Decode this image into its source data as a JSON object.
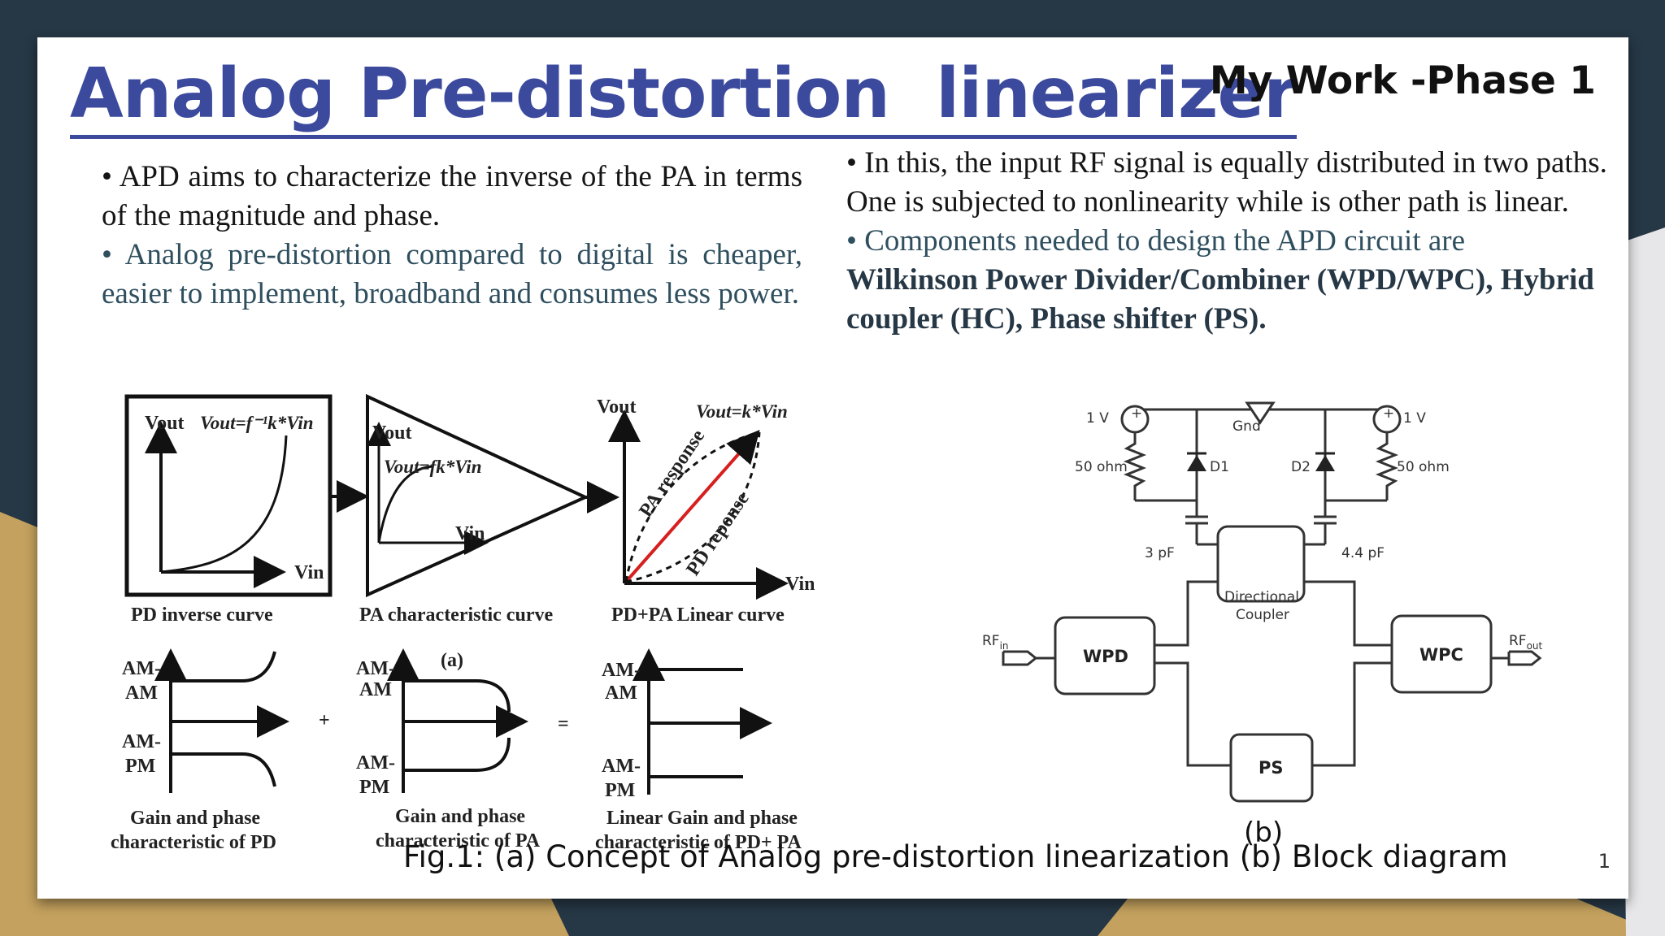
{
  "slide": {
    "title": "Analog Pre-distortion  linearizer",
    "phase": "My Work -Phase 1",
    "page_number": "1",
    "caption": "Fig.1: (a) Concept of Analog pre-distortion linearization (b) Block diagram"
  },
  "left_text": {
    "bullet1": "• APD aims to characterize the inverse of the PA in terms of the magnitude and phase.",
    "bullet2": "• Analog pre-distortion compared to digital is cheaper, easier to implement, broadband and consumes less power."
  },
  "right_text": {
    "bullet1": "• In this, the input RF signal is equally distributed in two paths. One is subjected to nonlinearity while is other path is linear.",
    "bullet2": "• Components needed to design the APD circuit are",
    "bullet2_bold": "Wilkinson Power Divider/Combiner (WPD/WPC), Hybrid coupler (HC), Phase shifter (PS)."
  },
  "figure_a": {
    "vout": "Vout",
    "vin": "Vin",
    "eq_pd": "Vout=f⁻¹k*Vin",
    "eq_pa": "Vout=fk*Vin",
    "eq_lin": "Vout=k*Vin",
    "pa_response": "PA response",
    "pd_response": "PD reponse",
    "cap_pd_curve": "PD inverse curve",
    "cap_pa_curve": "PA characteristic curve",
    "cap_lin_curve": "PD+PA Linear curve",
    "amam_1": "AM-",
    "amam_2": "AM",
    "ampm_1": "AM-",
    "ampm_2": "PM",
    "plus": "+",
    "equals": "=",
    "label_a": "(a)",
    "gp_pd_1": "Gain and phase",
    "gp_pd_2": "characteristic of PD",
    "gp_pa_1": "Gain and phase",
    "gp_pa_2": "characteristic of PA",
    "gp_lin_1": "Linear Gain and phase",
    "gp_lin_2": "characteristic of PD+ PA"
  },
  "figure_b": {
    "v1_left": "1 V",
    "v1_right": "1 V",
    "gnd": "Gnd",
    "r_left": "50 ohm",
    "r_right": "50 ohm",
    "d1": "D1",
    "d2": "D2",
    "c_left": "3 pF",
    "c_right": "4.4 pF",
    "coupler_1": "Directional",
    "coupler_2": "Coupler",
    "rf_in": "RF",
    "rf_in_sub": "in",
    "rf_out": "RF",
    "rf_out_sub": "out",
    "wpd": "WPD",
    "wpc": "WPC",
    "ps": "PS",
    "label_b": "(b)"
  }
}
